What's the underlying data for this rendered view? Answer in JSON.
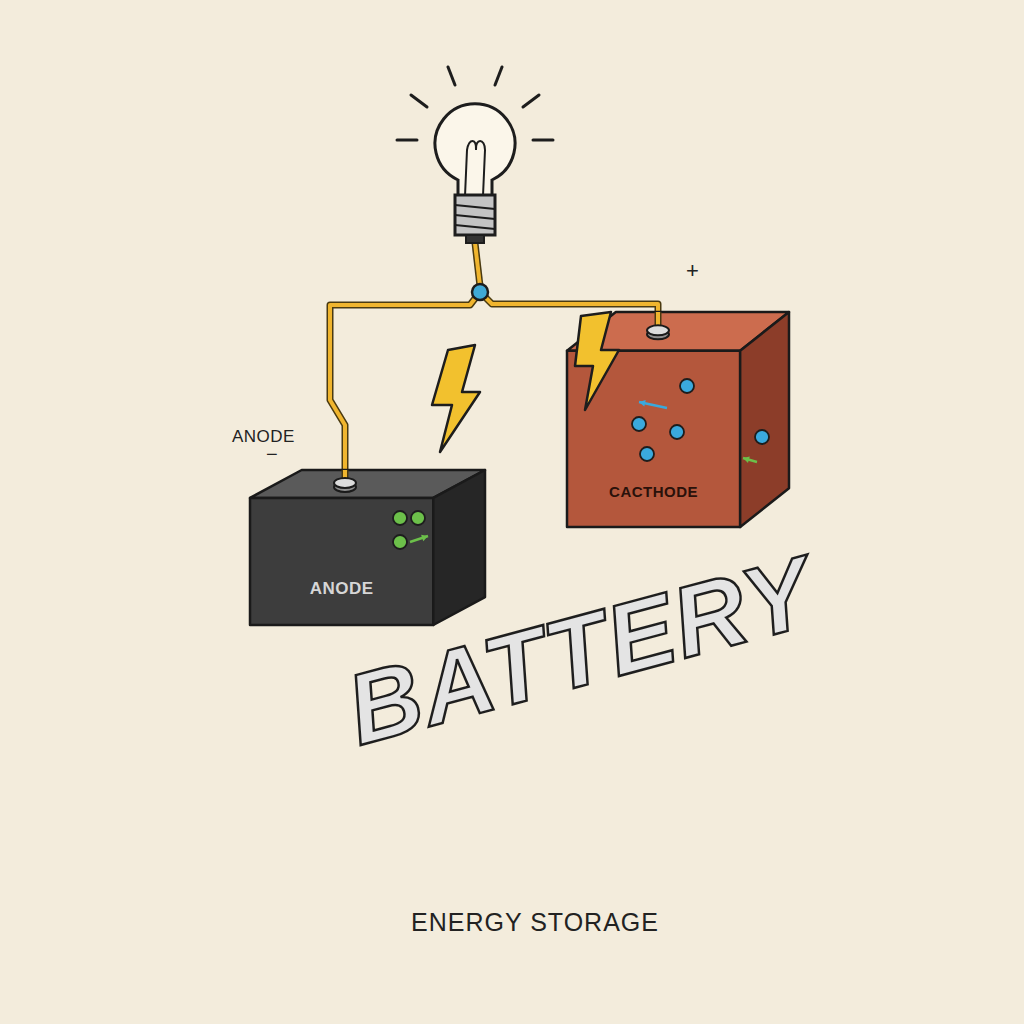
{
  "diagram": {
    "caption": "ENERGY STORAGE",
    "nodes": [
      {
        "text": [
          "BATTERY"
        ]
      },
      {
        "text": [
          "ANODE"
        ],
        "in": 0
      },
      {
        "text": [
          "CACTHODE"
        ],
        "in": 0
      }
    ],
    "edges": [
      {
        "from": 1,
        "to": 2,
        "arrow": "none"
      }
    ],
    "labels": [
      "ANODE",
      "−",
      "+"
    ]
  }
}
